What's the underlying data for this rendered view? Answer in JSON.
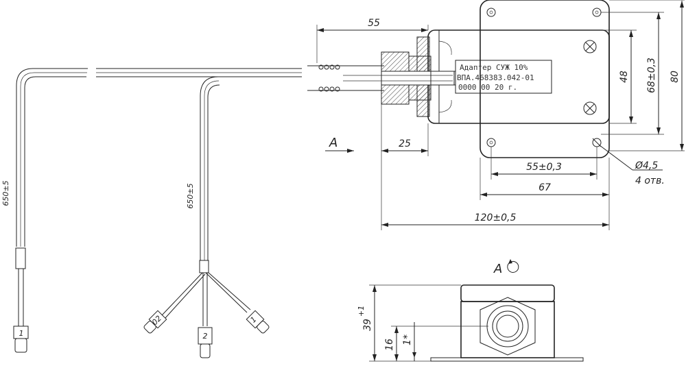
{
  "cable_left": {
    "length_label": "650±5"
  },
  "cable_right": {
    "length_label": "650±5"
  },
  "connectors": {
    "left": "1",
    "right_a": "02",
    "right_b": "2",
    "right_c": "1"
  },
  "dims": {
    "d55": "55",
    "d25": "25",
    "d48": "48",
    "d68": "68±0,3",
    "d80": "80",
    "d55b": "55±0,3",
    "d67": "67",
    "d120": "120±0,5",
    "hole": "Ø4,5",
    "holes_count": "4 отв.",
    "d39": "39",
    "d39_sup": "+1",
    "d16": "16",
    "d1": "1*"
  },
  "view_arrow_label": "A",
  "view_title": "A",
  "plate": {
    "line1": "Адаптер СУЖ 10%",
    "line2": "ВПА.468383.042-01",
    "line3": "0000    00    20    г."
  }
}
